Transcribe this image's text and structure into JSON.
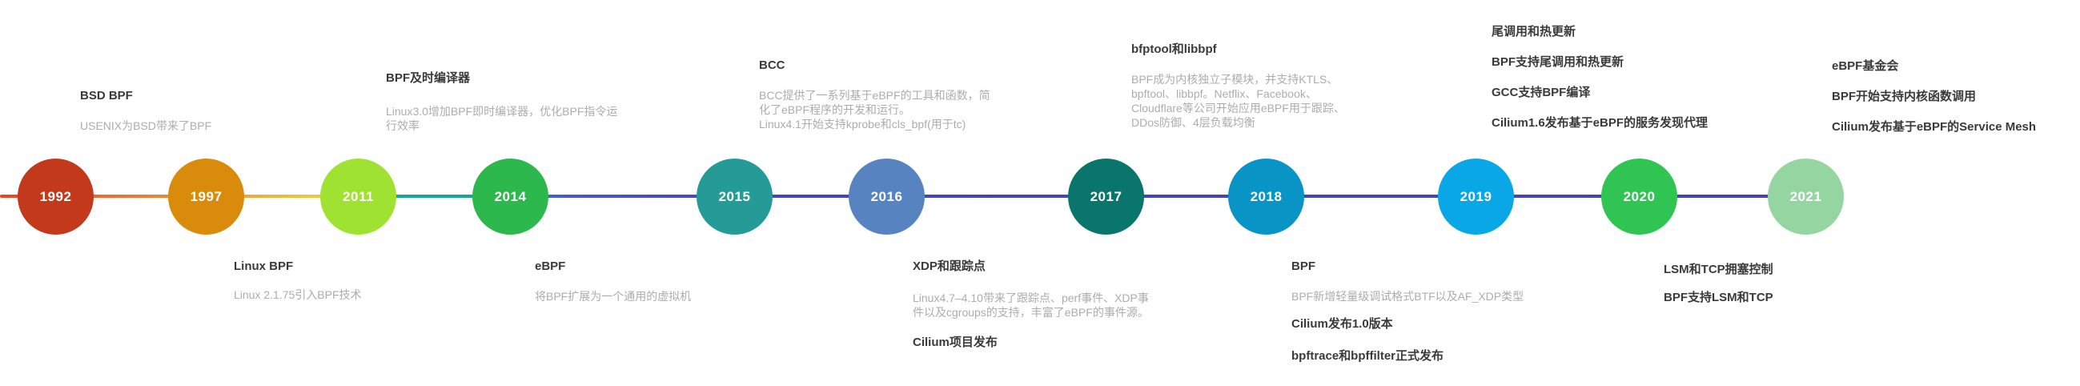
{
  "page": {
    "background": "#ffffff",
    "description_text_color": "#acacac",
    "title_text_color": "#3a3a3a"
  },
  "timeline": {
    "line_colors": [
      "#E8432A",
      "#EA7B33",
      "#EDC83E",
      "#18A596",
      "#4643BE"
    ],
    "years": [
      {
        "label": "1992",
        "color": "#C23A1B"
      },
      {
        "label": "1997",
        "color": "#D98B0B"
      },
      {
        "label": "2011",
        "color": "#A0E231"
      },
      {
        "label": "2014",
        "color": "#2CB84D"
      },
      {
        "label": "2015",
        "color": "#249B97"
      },
      {
        "label": "2016",
        "color": "#5784C1"
      },
      {
        "label": "2017",
        "color": "#0A756A"
      },
      {
        "label": "2018",
        "color": "#0895C6"
      },
      {
        "label": "2019",
        "color": "#0AA7E6"
      },
      {
        "label": "2020",
        "color": "#30C553"
      },
      {
        "label": "2021",
        "color": "#95D5A1"
      }
    ]
  },
  "annotations": {
    "above": [
      {
        "id": "bsd-bpf",
        "lines": [
          {
            "style": "title",
            "text": "BSD BPF"
          },
          {
            "style": "desc",
            "text": "USENIX为BSD带来了BPF"
          }
        ]
      },
      {
        "id": "bpf-jit",
        "lines": [
          {
            "style": "title",
            "text": "BPF及时编译器"
          },
          {
            "style": "desc",
            "text": "Linux3.0增加BPF即时编译器，优化BPF指令运"
          },
          {
            "style": "desc",
            "text": "行效率"
          }
        ]
      },
      {
        "id": "bcc",
        "lines": [
          {
            "style": "title",
            "text": "BCC"
          },
          {
            "style": "desc",
            "text": "BCC提供了一系列基于eBPF的工具和函数，简"
          },
          {
            "style": "desc",
            "text": "化了eBPF程序的开发和运行。"
          },
          {
            "style": "desc",
            "text": "Linux4.1开始支持kprobe和cls_bpf(用于tc)"
          }
        ]
      },
      {
        "id": "bfptool-libbpf",
        "lines": [
          {
            "style": "title",
            "text": "bfptool和libbpf"
          },
          {
            "style": "desc",
            "text": "BPF成为内核独立子模块，并支持KTLS、"
          },
          {
            "style": "desc",
            "text": "bpftool、libbpf。Netflix、Facebook、"
          },
          {
            "style": "desc",
            "text": "Cloudflare等公司开始应用eBPF用于跟踪、"
          },
          {
            "style": "desc",
            "text": "DDos防御、4层负载均衡"
          }
        ]
      },
      {
        "id": "tail-call-hot-update",
        "lines": [
          {
            "style": "title",
            "text": "尾调用和热更新"
          },
          {
            "style": "title",
            "text": "BPF支持尾调用和热更新"
          },
          {
            "style": "title",
            "text": "GCC支持BPF编译"
          },
          {
            "style": "title",
            "text": "Cilium1.6发布基于eBPF的服务发现代理"
          }
        ]
      },
      {
        "id": "ebpf-foundation",
        "lines": [
          {
            "style": "title",
            "text": "eBPF基金会"
          },
          {
            "style": "title",
            "text": "BPF开始支持内核函数调用"
          },
          {
            "style": "title",
            "text": "Cilium发布基于eBPF的Service Mesh"
          }
        ]
      }
    ],
    "below": [
      {
        "id": "linux-bpf",
        "lines": [
          {
            "style": "title",
            "text": "Linux BPF"
          },
          {
            "style": "desc",
            "text": "Linux 2.1.75引入BPF技术"
          }
        ]
      },
      {
        "id": "ebpf",
        "lines": [
          {
            "style": "title",
            "text": "eBPF"
          },
          {
            "style": "desc",
            "text": "将BPF扩展为一个通用的虚拟机"
          }
        ]
      },
      {
        "id": "xdp-tracepoints",
        "lines": [
          {
            "style": "title",
            "text": "XDP和跟踪点"
          },
          {
            "style": "desc",
            "text": "Linux4.7–4.10带来了跟踪点、perf事件、XDP事"
          },
          {
            "style": "desc",
            "text": "件以及cgroups的支持，丰富了eBPF的事件源。"
          },
          {
            "style": "title",
            "text": "Cilium项目发布"
          }
        ]
      },
      {
        "id": "bpf-2018",
        "lines": [
          {
            "style": "title",
            "text": "BPF"
          },
          {
            "style": "desc",
            "text": "BPF新增轻量级调试格式BTF以及AF_XDP类型"
          },
          {
            "style": "title",
            "text": "Cilium发布1.0版本"
          },
          {
            "style": "title",
            "text": "bpftrace和bpffilter正式发布"
          }
        ]
      },
      {
        "id": "lsm-tcp",
        "lines": [
          {
            "style": "title",
            "text": "LSM和TCP拥塞控制"
          },
          {
            "style": "title",
            "text": "BPF支持LSM和TCP"
          }
        ]
      }
    ]
  }
}
